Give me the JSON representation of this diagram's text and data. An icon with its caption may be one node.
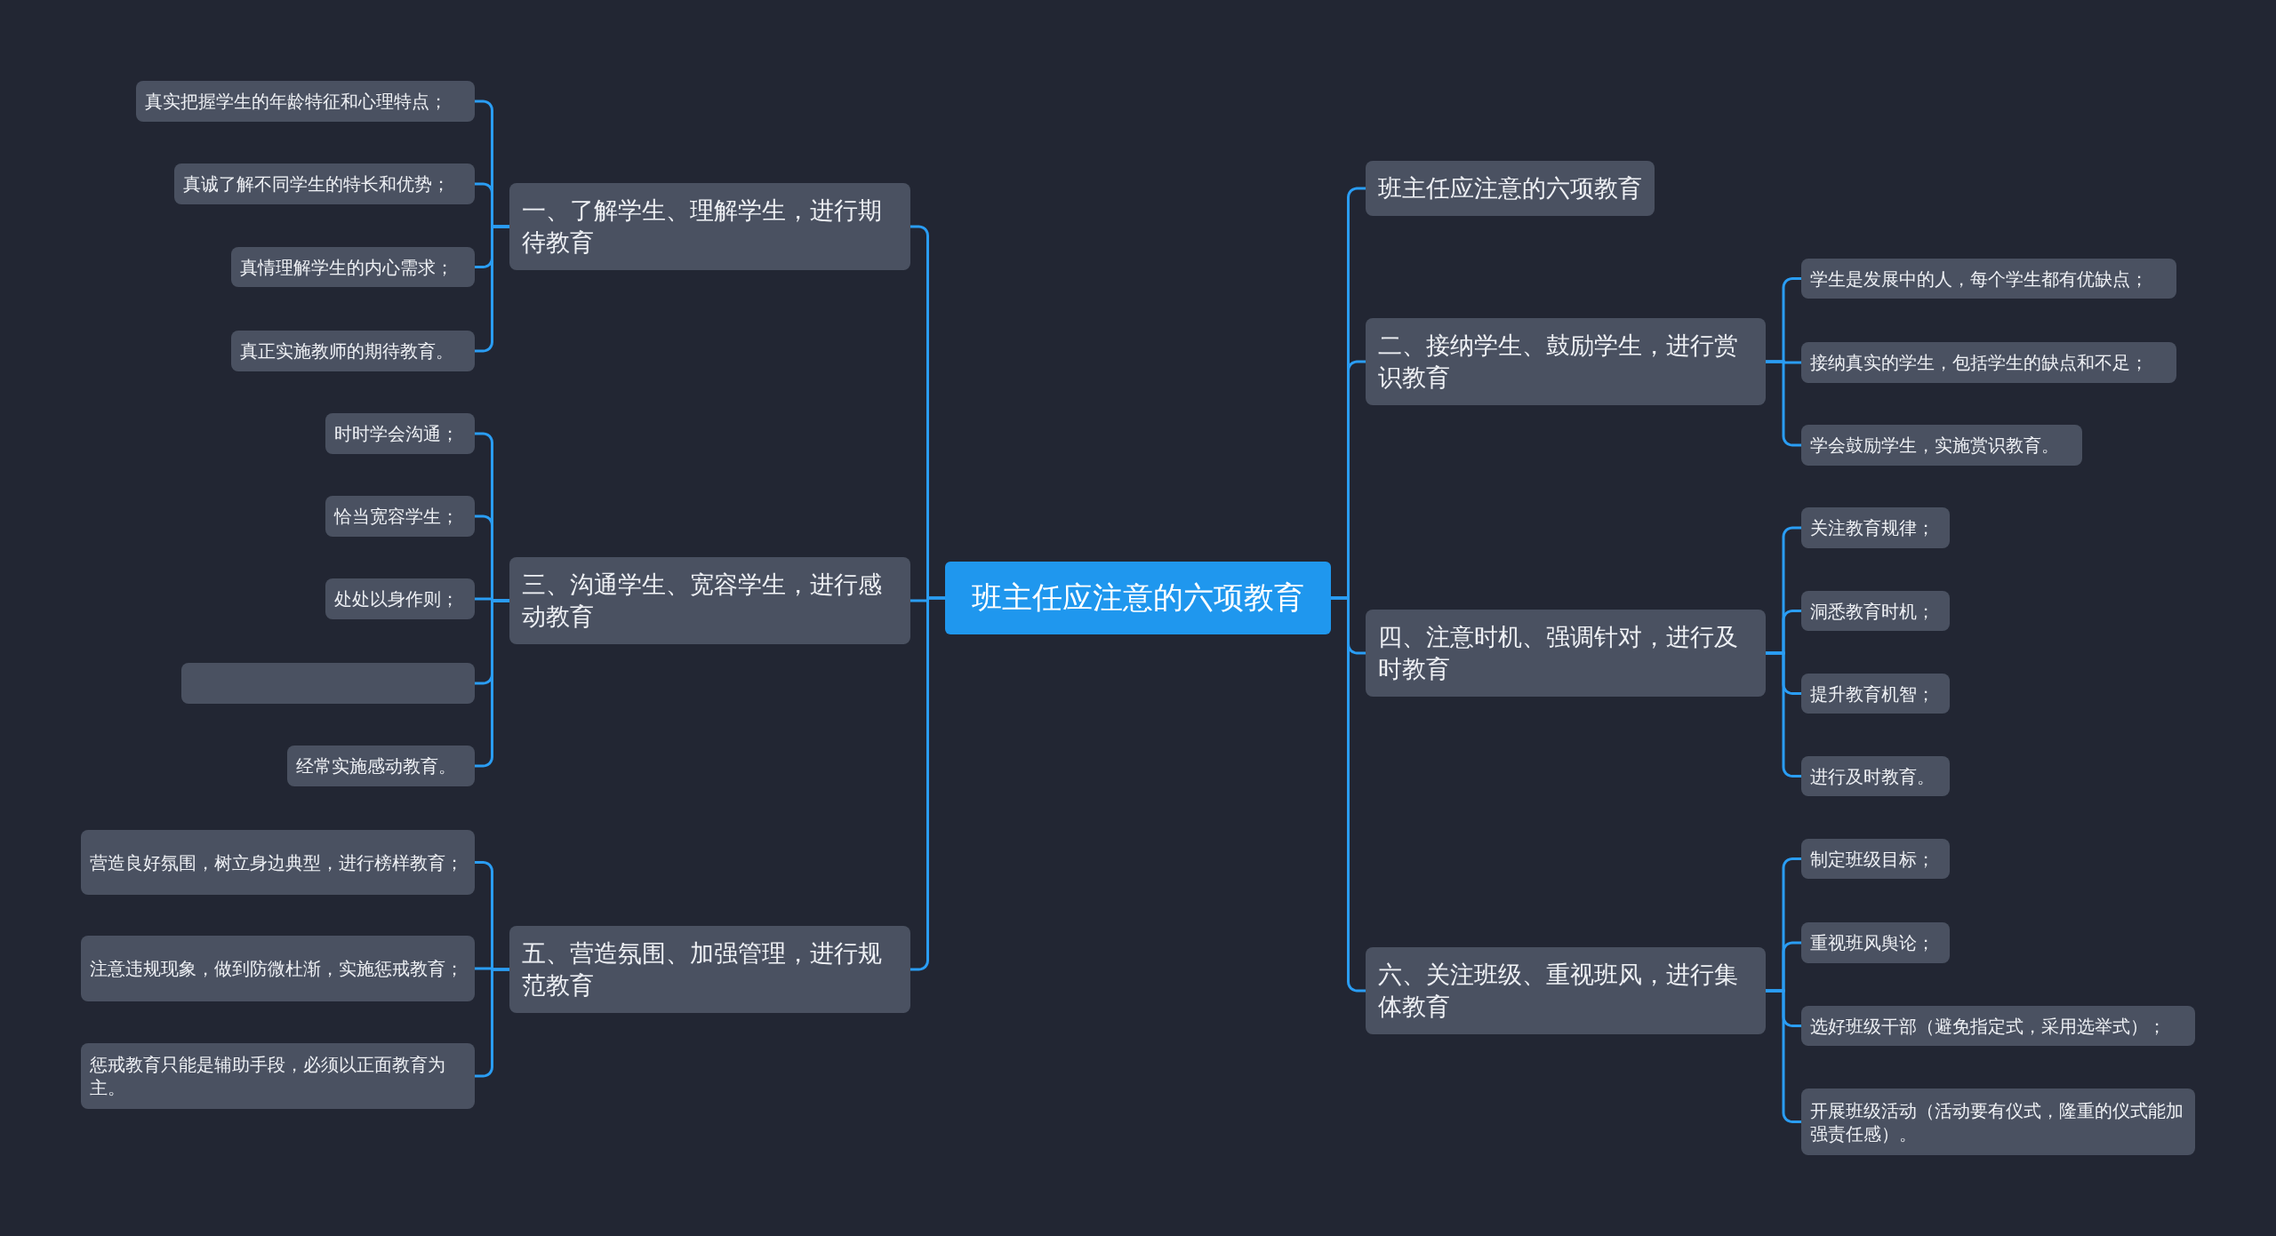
{
  "diagram": {
    "nodes": [
      {
        "text": [
          "班主任应注意的六项教育"
        ]
      },
      {
        "text": [
          "一、了解学生、理解学生，进行期待教育"
        ]
      },
      {
        "text": [
          "真实把握学生的年龄特征和心理特点；"
        ]
      },
      {
        "text": [
          "真诚了解不同学生的特长和优势；"
        ]
      },
      {
        "text": [
          "真情理解学生的内心需求；"
        ]
      },
      {
        "text": [
          "真正实施教师的期待教育。"
        ]
      },
      {
        "text": [
          "三、沟通学生、宽容学生，进行感动教育"
        ]
      },
      {
        "text": [
          "时时学会沟通；"
        ]
      },
      {
        "text": [
          "恰当宽容学生；"
        ]
      },
      {
        "text": [
          "处处以身作则；"
        ]
      },
      {
        "text": [],
        "shape": "box"
      },
      {
        "text": [
          "经常实施感动教育。"
        ]
      },
      {
        "text": [
          "五、营造氛围、加强管理，进行规范教育"
        ]
      },
      {
        "text": [
          "营造良好氛围，树立身边典型，进行榜样教育；"
        ]
      },
      {
        "text": [
          "注意违规现象，做到防微杜渐，实施惩戒教育；"
        ]
      },
      {
        "text": [
          "惩戒教育只能是辅助手段，必须以正面教育为主。"
        ]
      },
      {
        "text": [
          "班主任应注意的六项教育"
        ]
      },
      {
        "text": [
          "二、接纳学生、鼓励学生，进行赏识教育"
        ]
      },
      {
        "text": [
          "学生是发展中的人，每个学生都有优缺点；"
        ]
      },
      {
        "text": [
          "接纳真实的学生，包括学生的缺点和不足；"
        ]
      },
      {
        "text": [
          "学会鼓励学生，实施赏识教育。"
        ]
      },
      {
        "text": [
          "四、注意时机、强调针对，进行及时教育"
        ]
      },
      {
        "text": [
          "关注教育规律；"
        ]
      },
      {
        "text": [
          "洞悉教育时机；"
        ]
      },
      {
        "text": [
          "提升教育机智；"
        ]
      },
      {
        "text": [
          "进行及时教育。"
        ]
      },
      {
        "text": [
          "六、关注班级、重视班风，进行集体教育"
        ]
      },
      {
        "text": [
          "制定班级目标；"
        ]
      },
      {
        "text": [
          "重视班风舆论；"
        ]
      },
      {
        "text": [
          "选好班级干部（避免指定式，采用选举式）；"
        ]
      },
      {
        "text": [
          "开展班级活动（活动要有仪式，隆重的仪式能加强责任感）。"
        ]
      }
    ],
    "edges": [
      {
        "from": 0,
        "to": 1,
        "arrow": "none"
      },
      {
        "from": 1,
        "to": 2,
        "arrow": "none"
      },
      {
        "from": 1,
        "to": 3,
        "arrow": "none"
      },
      {
        "from": 1,
        "to": 4,
        "arrow": "none"
      },
      {
        "from": 1,
        "to": 5,
        "arrow": "none"
      },
      {
        "from": 0,
        "to": 6,
        "arrow": "none"
      },
      {
        "from": 6,
        "to": 7,
        "arrow": "none"
      },
      {
        "from": 6,
        "to": 8,
        "arrow": "none"
      },
      {
        "from": 6,
        "to": 9,
        "arrow": "none"
      },
      {
        "from": 6,
        "to": 10,
        "arrow": "none"
      },
      {
        "from": 6,
        "to": 11,
        "arrow": "none"
      },
      {
        "from": 0,
        "to": 12,
        "arrow": "none"
      },
      {
        "from": 12,
        "to": 13,
        "arrow": "none"
      },
      {
        "from": 12,
        "to": 14,
        "arrow": "none"
      },
      {
        "from": 12,
        "to": 15,
        "arrow": "none"
      },
      {
        "from": 0,
        "to": 16,
        "arrow": "none"
      },
      {
        "from": 0,
        "to": 17,
        "arrow": "none"
      },
      {
        "from": 17,
        "to": 18,
        "arrow": "none"
      },
      {
        "from": 17,
        "to": 19,
        "arrow": "none"
      },
      {
        "from": 17,
        "to": 20,
        "arrow": "none"
      },
      {
        "from": 0,
        "to": 21,
        "arrow": "none"
      },
      {
        "from": 21,
        "to": 22,
        "arrow": "none"
      },
      {
        "from": 21,
        "to": 23,
        "arrow": "none"
      },
      {
        "from": 21,
        "to": 24,
        "arrow": "none"
      },
      {
        "from": 21,
        "to": 25,
        "arrow": "none"
      },
      {
        "from": 0,
        "to": 26,
        "arrow": "none"
      },
      {
        "from": 26,
        "to": 27,
        "arrow": "none"
      },
      {
        "from": 26,
        "to": 28,
        "arrow": "none"
      },
      {
        "from": 26,
        "to": 29,
        "arrow": "none"
      },
      {
        "from": 26,
        "to": 30,
        "arrow": "none"
      }
    ]
  }
}
